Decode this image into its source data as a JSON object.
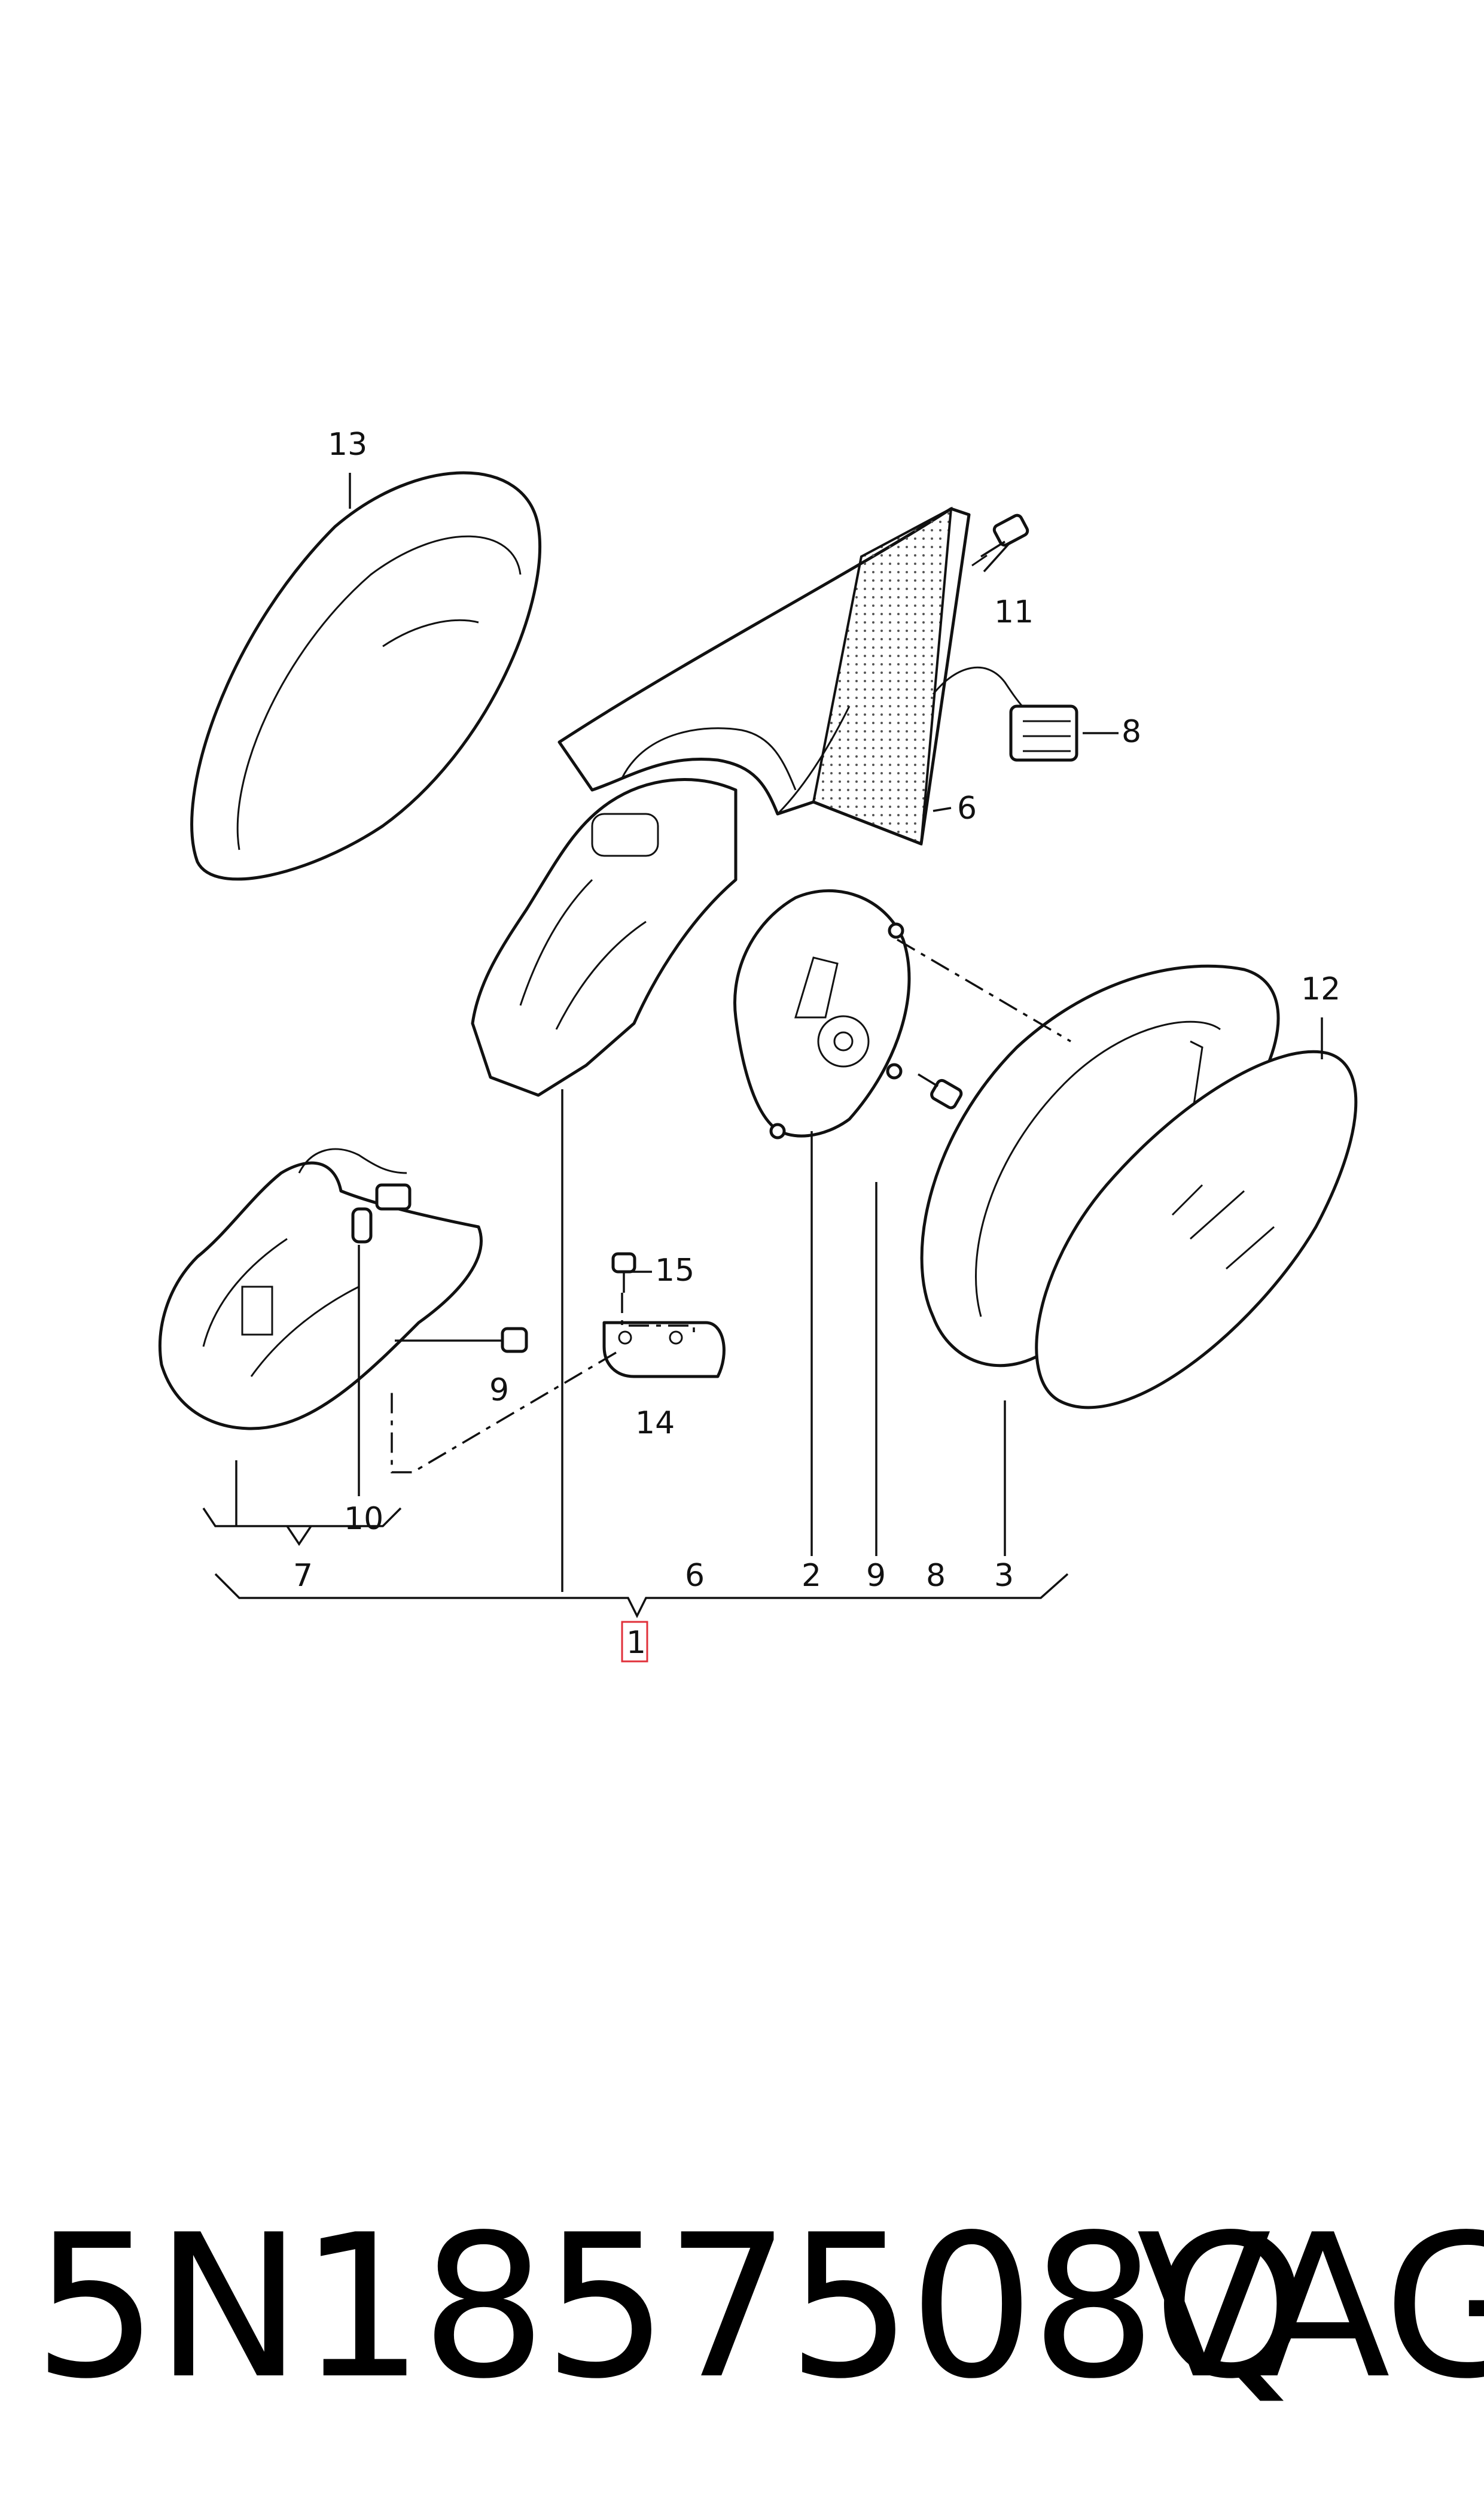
{
  "labels": {
    "l13": "13",
    "l11": "11",
    "l8": "8",
    "l6": "6",
    "l12": "12",
    "l15": "15",
    "l9a": "9",
    "l14": "14",
    "l10": "10",
    "l7": "7",
    "l6b": "6",
    "l2": "2",
    "l9b": "9",
    "l8b": "8",
    "l3": "3",
    "l1": "1"
  },
  "footer": {
    "part_number": "5N1857508Q",
    "brand": "VAG"
  },
  "colors": {
    "line": "#111111",
    "highlight_box": "#e0303a",
    "dots": "#555555"
  }
}
